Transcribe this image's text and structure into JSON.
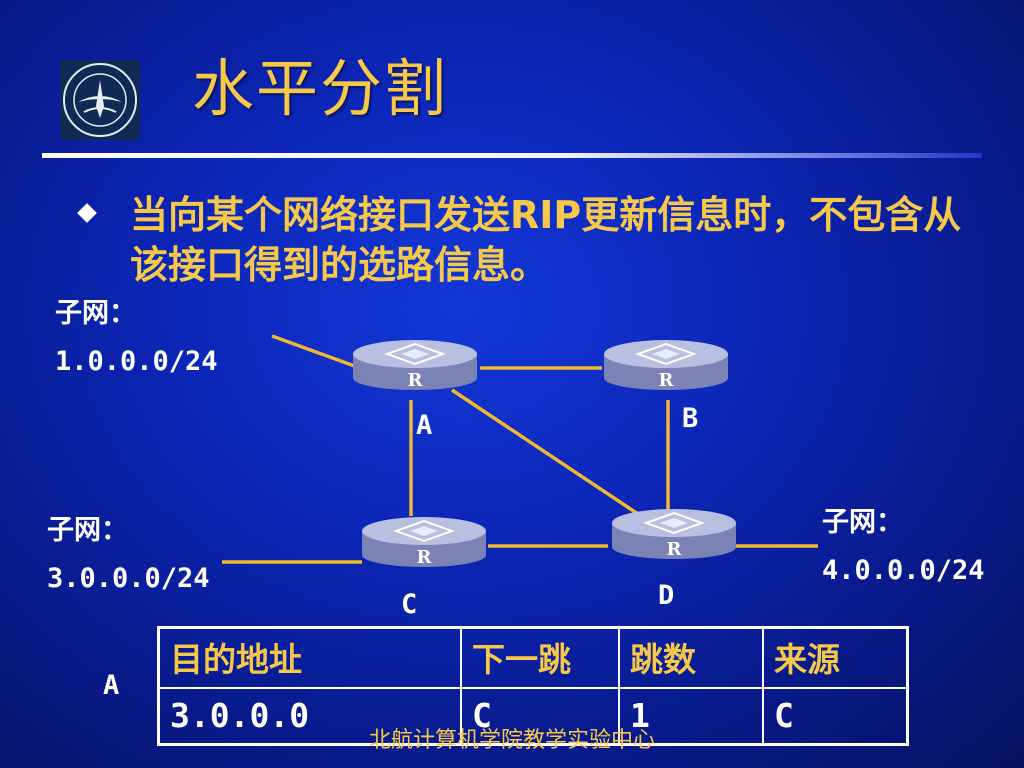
{
  "slide": {
    "title": "水平分割",
    "bullet": "当向某个网络接口发送RIP更新信息时，不包含从该接口得到的选路信息。",
    "footer": "北航计算机学院教学实验中心",
    "colors": {
      "accent": "#f6c84a",
      "background": "#0c26b8",
      "link": "#f0b830"
    }
  },
  "network": {
    "router_icon_letter": "R",
    "routers": [
      {
        "id": "A",
        "label": "A"
      },
      {
        "id": "B",
        "label": "B"
      },
      {
        "id": "C",
        "label": "C"
      },
      {
        "id": "D",
        "label": "D"
      }
    ],
    "subnets": [
      {
        "caption": "子网：",
        "address": "1.0.0.0/24",
        "router": "A"
      },
      {
        "caption": "子网：",
        "address": "3.0.0.0/24",
        "router": "C"
      },
      {
        "caption": "子网：",
        "address": "4.0.0.0/24",
        "router": "D"
      }
    ],
    "links": [
      [
        "A",
        "B"
      ],
      [
        "A",
        "C"
      ],
      [
        "A",
        "D"
      ],
      [
        "B",
        "D"
      ],
      [
        "C",
        "D"
      ]
    ]
  },
  "routing_table": {
    "owner": "A",
    "headers": [
      "目的地址",
      "下一跳",
      "跳数",
      "来源"
    ],
    "rows": [
      [
        "3.0.0.0",
        "C",
        "1",
        "C"
      ]
    ]
  }
}
